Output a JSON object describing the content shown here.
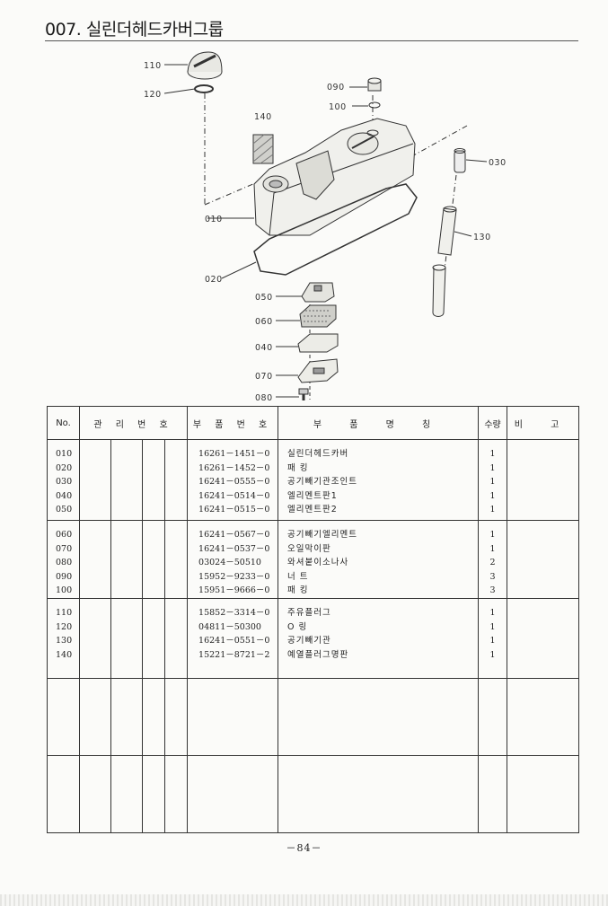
{
  "header": {
    "title": "007. 실린더헤드카버그룹"
  },
  "diagram": {
    "callouts": [
      "110",
      "120",
      "090",
      "100",
      "140",
      "030",
      "010",
      "130",
      "020",
      "050",
      "060",
      "040",
      "070",
      "080"
    ]
  },
  "table": {
    "headers": {
      "no": "No.",
      "mgmt": "관 리 번 호",
      "part_no": "부 품 번 호",
      "name": "부 품 명 칭",
      "qty": "수량",
      "note": "비 고"
    },
    "groups": [
      {
        "no": [
          "010",
          "020",
          "030",
          "040",
          "050"
        ],
        "part_no": [
          "16261－1451－0",
          "16261－1452－0",
          "16241－0555－0",
          "16241－0514－0",
          "16241－0515－0"
        ],
        "name": [
          "실린더헤드카버",
          "패 킹",
          "공기빼기관조인트",
          "엘리멘트판1",
          "엘리멘트판2"
        ],
        "qty": [
          "1",
          "1",
          "1",
          "1",
          "1"
        ]
      },
      {
        "no": [
          "060",
          "070",
          "080",
          "090",
          "100"
        ],
        "part_no": [
          "16241－0567－0",
          "16241－0537－0",
          "03024－50510",
          "15952－9233－0",
          "15951－9666－0"
        ],
        "name": [
          "공기빼기엘리멘트",
          "오일막이판",
          "와셔붙이소나사",
          "너 트",
          "패 킹"
        ],
        "qty": [
          "1",
          "1",
          "2",
          "3",
          "3"
        ]
      },
      {
        "no": [
          "110",
          "120",
          "130",
          "140"
        ],
        "part_no": [
          "15852－3314－0",
          "04811－50300",
          "16241－0551－0",
          "15221－8721－2"
        ],
        "name": [
          "주유플러그",
          "O 링",
          "공기빼기관",
          "예열플러그명판"
        ],
        "qty": [
          "1",
          "1",
          "1",
          "1"
        ]
      }
    ]
  },
  "footer": {
    "page_number": "－84－"
  }
}
